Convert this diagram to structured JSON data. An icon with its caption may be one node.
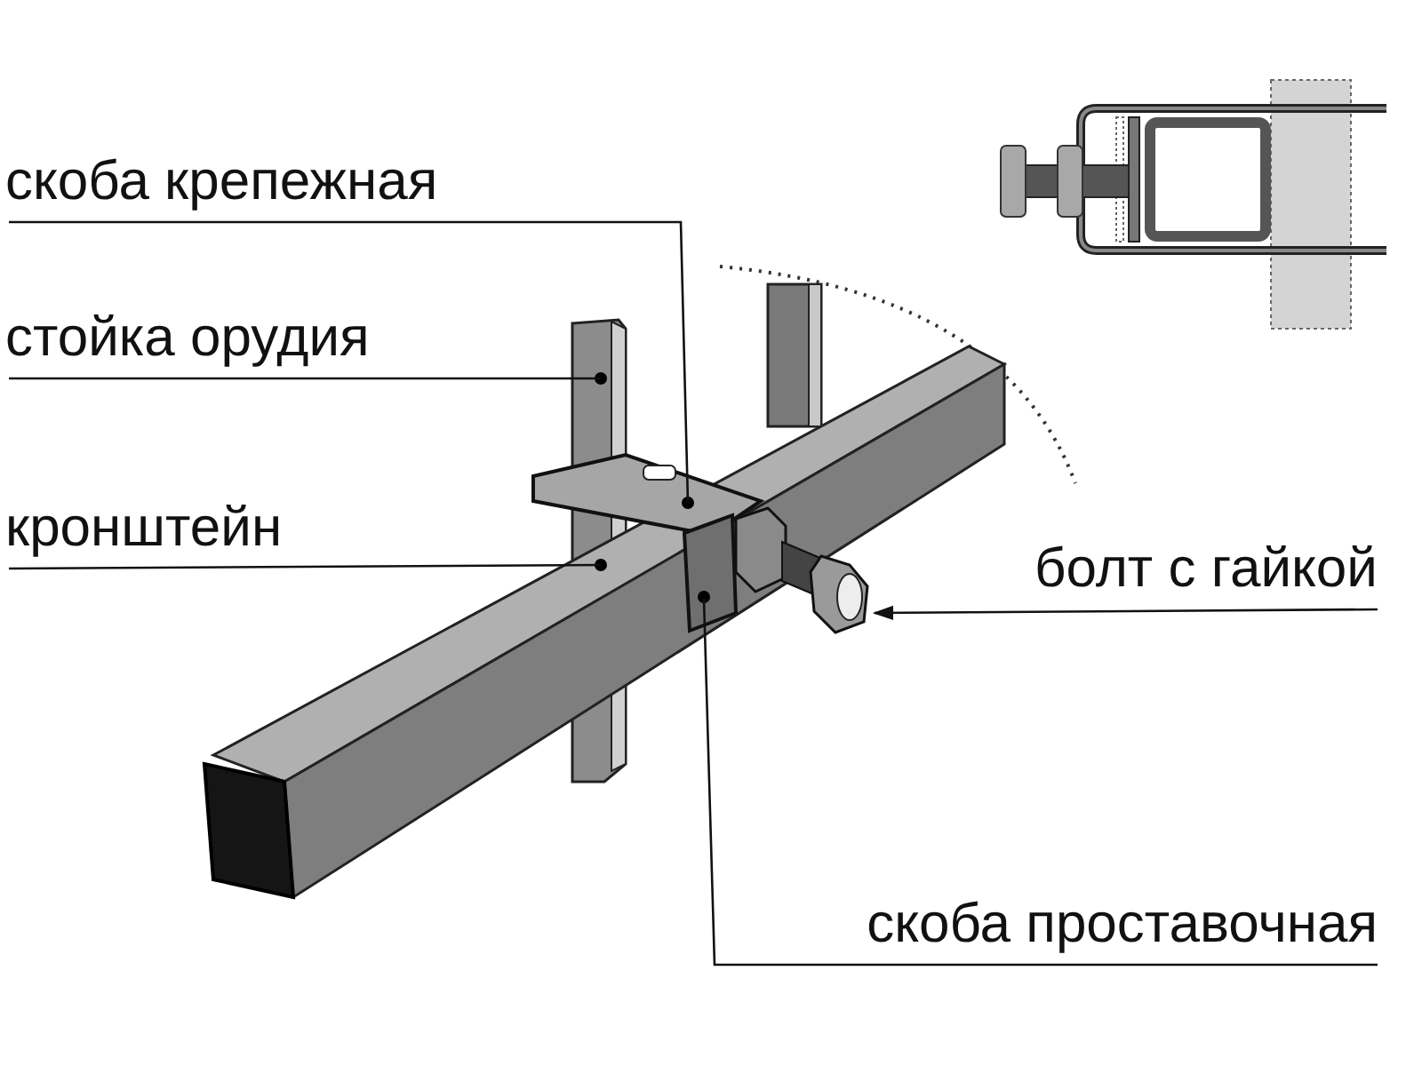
{
  "diagram": {
    "nodes": [
      {
        "text": [
          "скоба крепежная"
        ]
      },
      {
        "text": [
          "стойка орудия"
        ]
      },
      {
        "text": [
          "кронштейн"
        ]
      },
      {
        "text": [
          "болт с гайкой"
        ]
      },
      {
        "text": [
          "скоба проставочная"
        ]
      }
    ],
    "edges": [
      {
        "from": 0,
        "to": null,
        "arrow": "none"
      },
      {
        "from": 1,
        "to": null,
        "arrow": "none"
      },
      {
        "from": 2,
        "to": null,
        "arrow": "none"
      },
      {
        "from": 3,
        "to": null,
        "arrow": "to"
      },
      {
        "from": 4,
        "to": null,
        "arrow": "none"
      }
    ]
  }
}
